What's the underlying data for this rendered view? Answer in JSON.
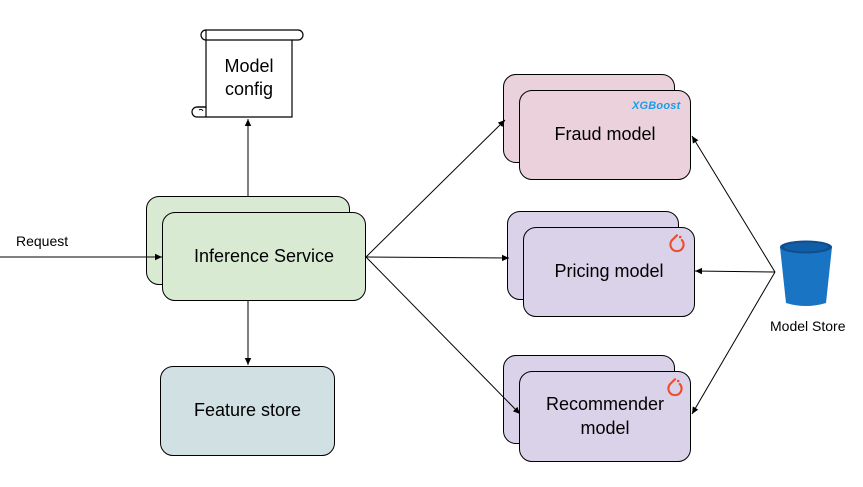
{
  "colors": {
    "service": "#d9ead3",
    "feature_store": "#d0e0e3",
    "fraud": "#ead1dc",
    "model": "#d9d2e9",
    "bucket": "#1a74c4",
    "pytorch": "#ee4c2c",
    "xgboost": "#1a9ee6"
  },
  "request": {
    "label": "Request"
  },
  "inference_service": {
    "label": "Inference Service"
  },
  "model_config": {
    "label": "Model\nconfig"
  },
  "feature_store": {
    "label": "Feature store"
  },
  "fraud_model": {
    "label": "Fraud model",
    "badge": "XGBoost"
  },
  "pricing_model": {
    "label": "Pricing model",
    "icon": "pytorch-icon"
  },
  "recommender_model": {
    "label": "Recommender\nmodel",
    "icon": "pytorch-icon"
  },
  "model_store": {
    "label": "Model Store",
    "icon": "bucket-icon"
  }
}
